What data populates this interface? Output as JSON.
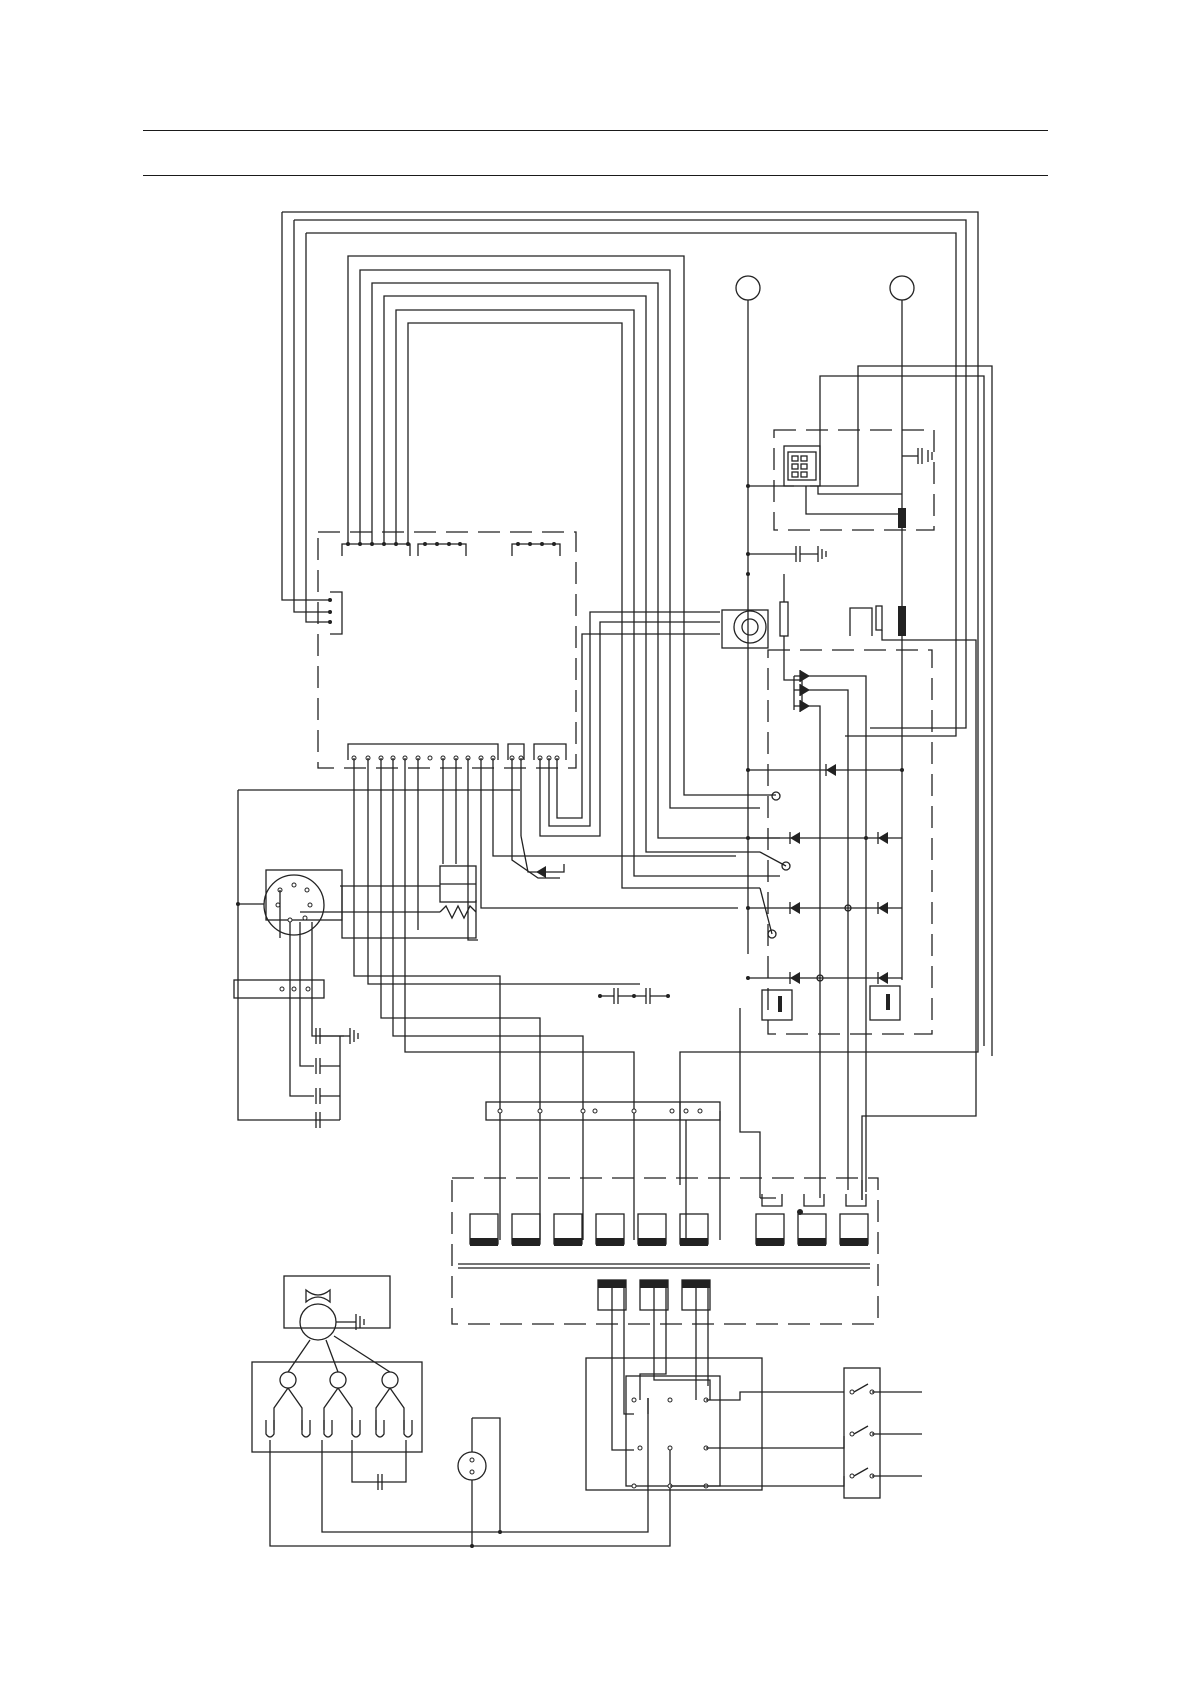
{
  "page": {
    "header_rules": 2
  },
  "diagram": {
    "type": "wiring-schematic",
    "line_color": "#222222",
    "background": "#ffffff",
    "components": [
      "main-control-board",
      "display-keypad-module",
      "thermistor-sensor-left",
      "thermistor-sensor-right",
      "motor-connector",
      "relay-module",
      "rectifier-diode-block",
      "capacitor-array",
      "terminal-block",
      "heater-elements-upper",
      "heater-elements-lower",
      "fan-motor",
      "selector-switch",
      "lamp",
      "power-switch-block"
    ]
  }
}
